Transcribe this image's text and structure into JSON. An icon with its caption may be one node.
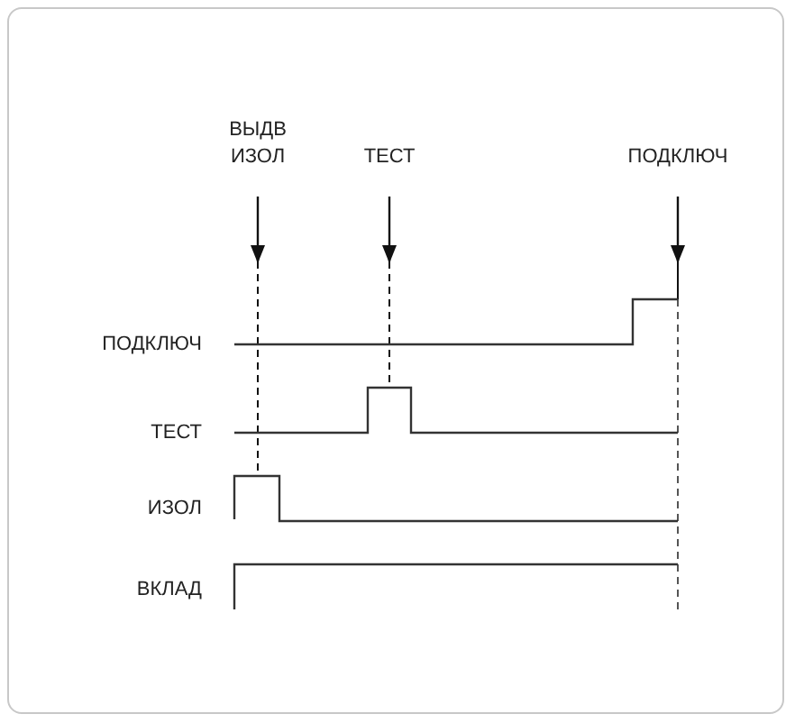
{
  "diagram": {
    "labels": [
      "ВЫДВ ИЗОЛ",
      "ТЕСТ",
      "ПОДКЛЮЧ",
      "ПОДКЛЮЧ",
      "ТЕСТ",
      "ИЗОЛ",
      "ВКЛАД"
    ]
  }
}
